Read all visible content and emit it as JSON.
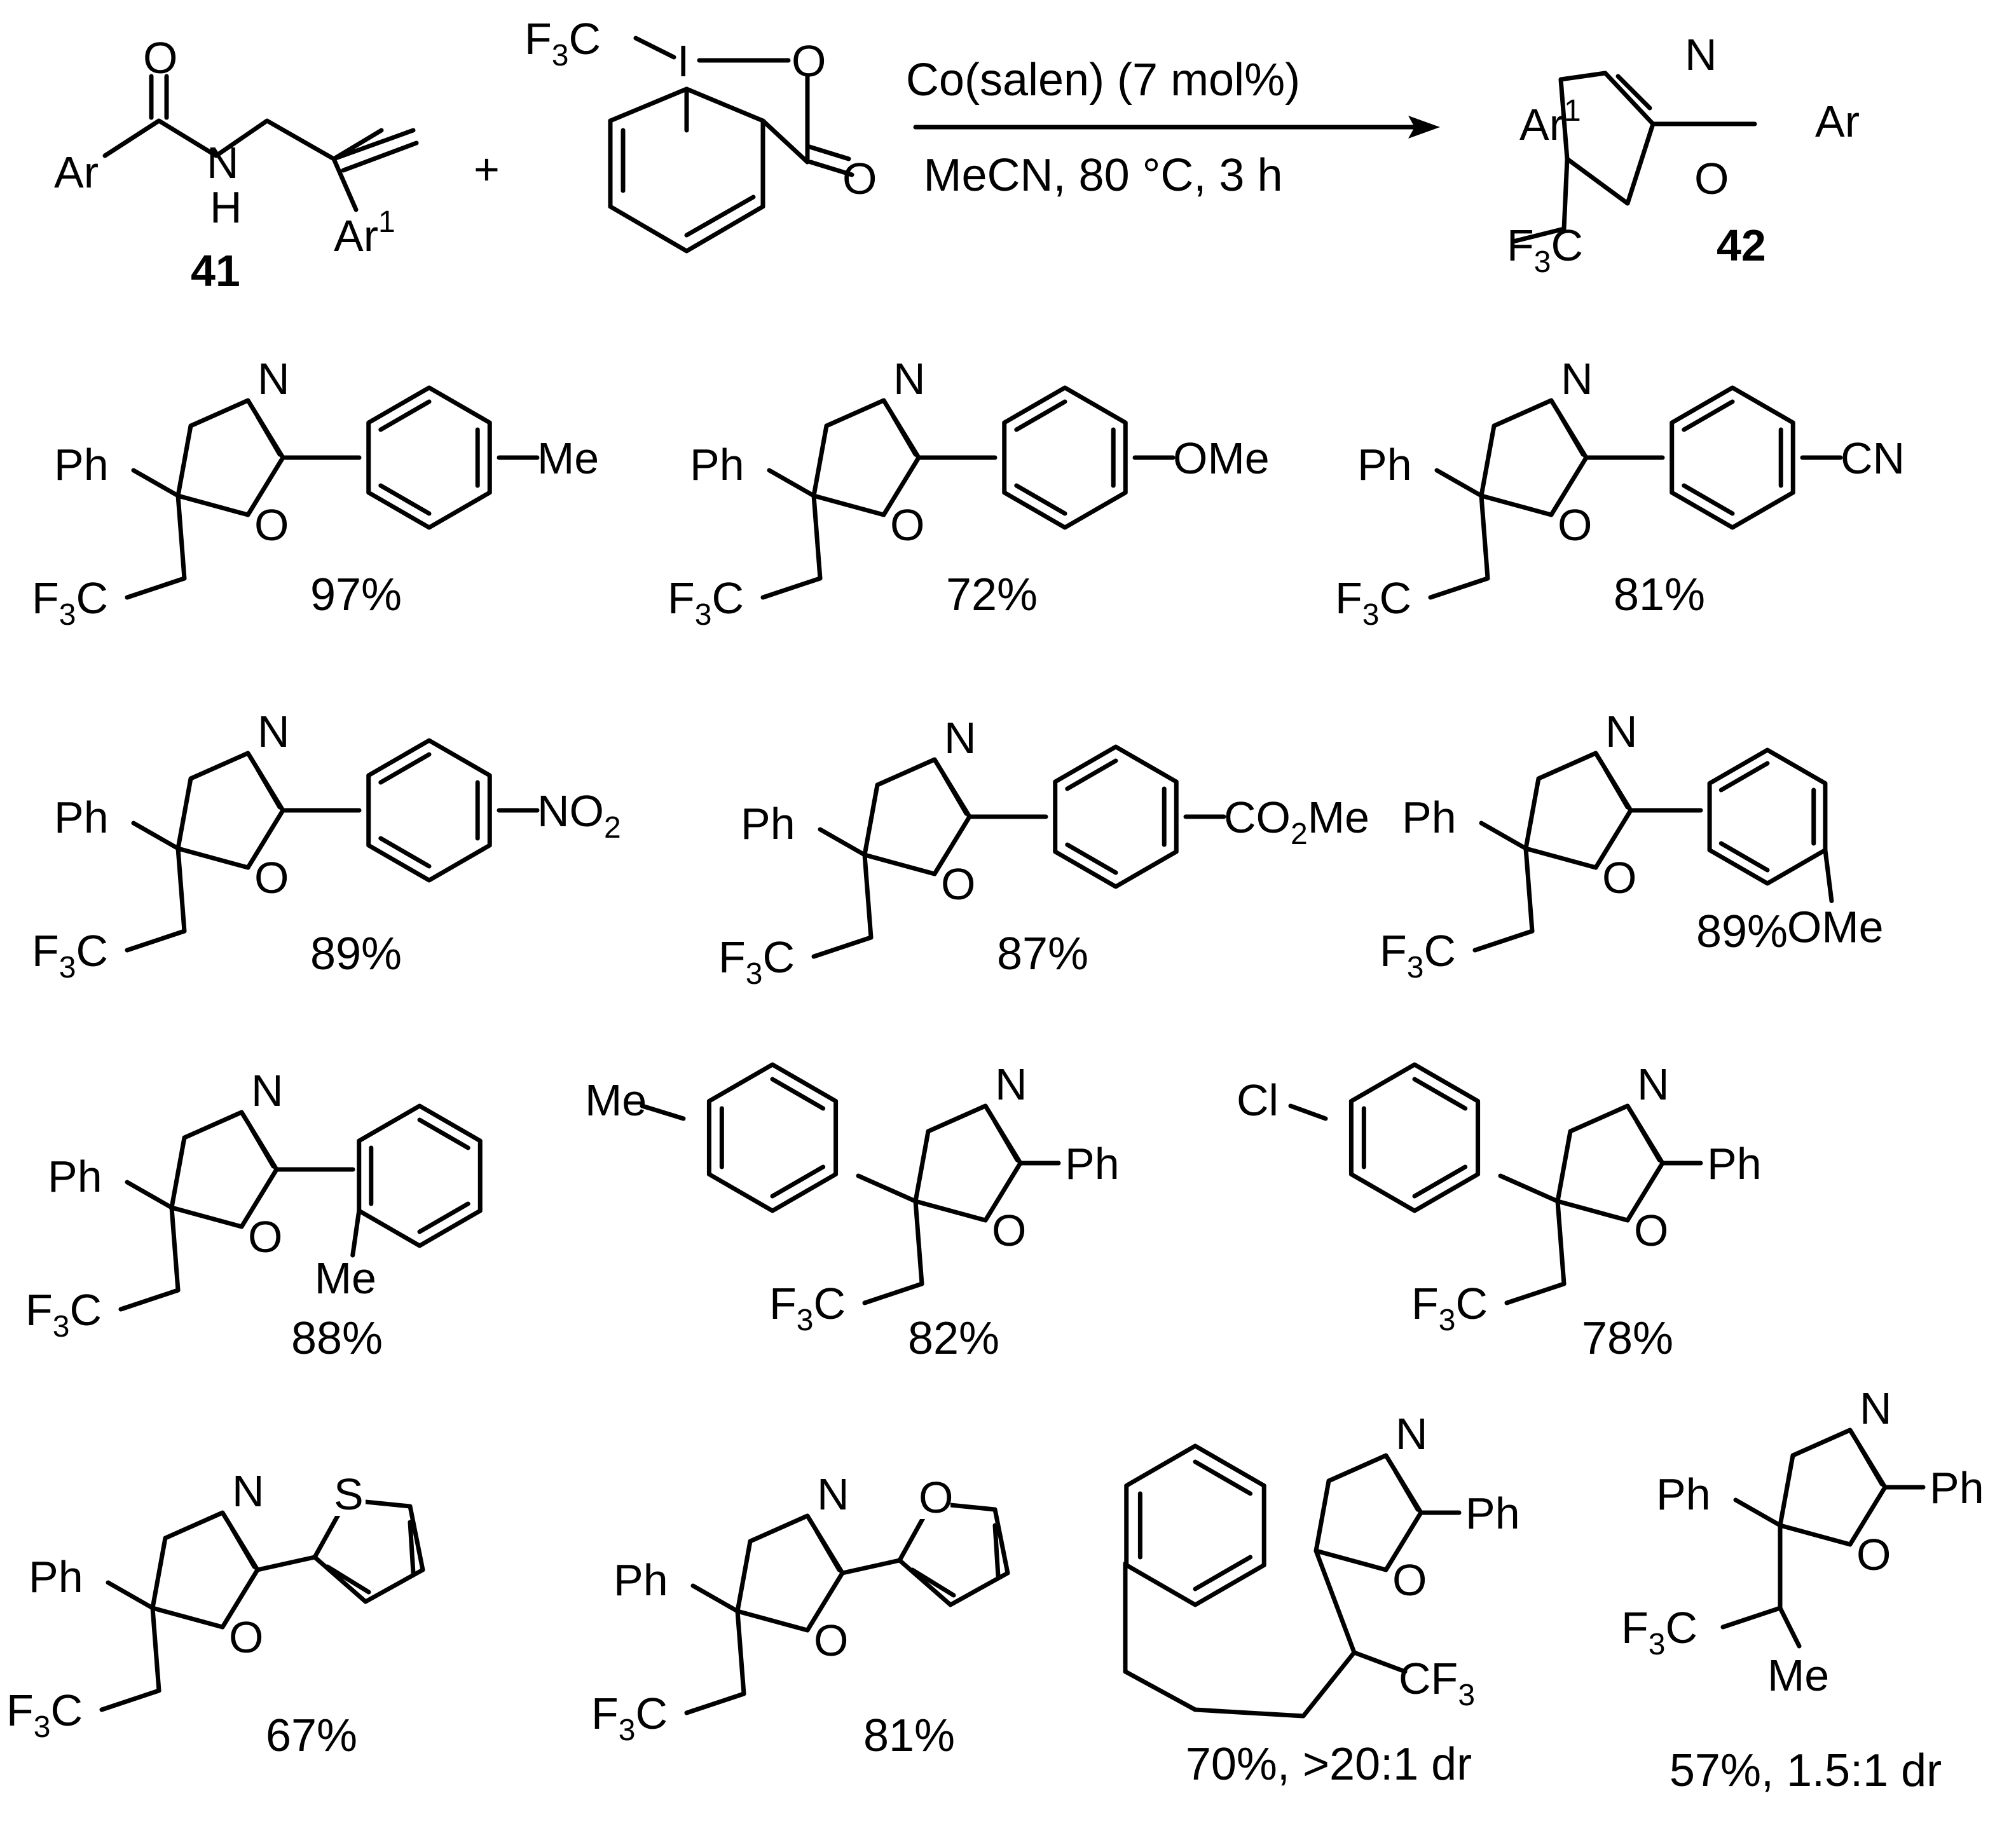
{
  "scheme": {
    "reactant_1": {
      "left_group": "Ar",
      "carbonyl_O": "O",
      "amide_N": "N",
      "amide_H": "H",
      "aryl": "Ar",
      "aryl_sup": "1",
      "compound_label": "41"
    },
    "plus": "+",
    "reagent": {
      "cf3_F": "F",
      "cf3_sub": "3",
      "cf3_C": "C",
      "iodine": "I",
      "ring_O": "O",
      "carbonyl_O": "O"
    },
    "conditions": {
      "above": "Co(salen) (7 mol%)",
      "below": "MeCN, 80 °C, 3 h"
    },
    "product": {
      "ring_N": "N",
      "ring_O": "O",
      "aryl": "Ar",
      "aryl_sup": "1",
      "right_group": "Ar",
      "cf3_F": "F",
      "cf3_sub": "3",
      "cf3_C": "C",
      "compound_label": "42"
    }
  },
  "examples": [
    {
      "substituent": "Me",
      "yield": "97%"
    },
    {
      "substituent": "OMe",
      "yield": "72%"
    },
    {
      "substituent": "CN",
      "yield": "81%"
    },
    {
      "substituent_main": "NO",
      "substituent_sub": "2",
      "yield": "89%"
    },
    {
      "substituent_a": "CO",
      "substituent_sub": "2",
      "substituent_b": "Me",
      "yield": "87%"
    },
    {
      "substituent": "OMe",
      "yield": "89%"
    },
    {
      "substituent": "Me",
      "yield": "88%"
    },
    {
      "substituent": "Me",
      "yield": "82%"
    },
    {
      "substituent": "Cl",
      "yield": "78%"
    },
    {
      "heteroatom": "S",
      "yield": "67%"
    },
    {
      "heteroatom": "O",
      "yield": "81%"
    },
    {
      "cf3_main": "CF",
      "cf3_sub": "3",
      "yield": "70%, >20:1 dr"
    },
    {
      "substituent": "Me",
      "yield": "57%, 1.5:1 dr"
    }
  ],
  "common_labels": {
    "ph": "Ph",
    "n": "N",
    "o": "O",
    "f": "F",
    "sub3": "3",
    "c": "C"
  }
}
